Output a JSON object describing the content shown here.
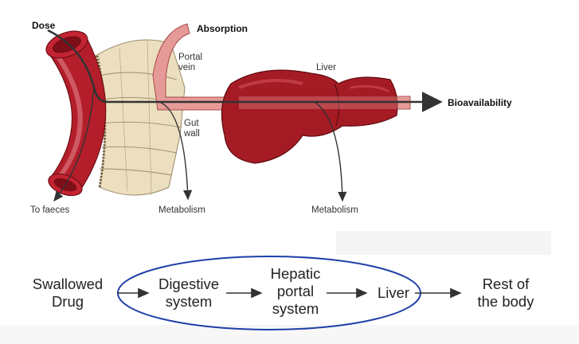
{
  "illustration": {
    "labels": {
      "dose": "Dose",
      "absorption": "Absorption",
      "portal_vein": [
        "Portal",
        "vein"
      ],
      "liver": "Liver",
      "bioavailability": "Bioavailability",
      "gut_wall": [
        "Gut",
        "wall"
      ],
      "to_faeces": "To faeces",
      "metabolism_gut": "Metabolism",
      "metabolism_liver": "Metabolism"
    },
    "colors": {
      "gut_tube": "#b41e2a",
      "gut_tube_light": "#e08088",
      "villi": "#e9dbb9",
      "vein": "#e69a98",
      "liver": "#a51b24",
      "arrow": "#333333"
    }
  },
  "flow": {
    "nodes": [
      {
        "id": "swallowed",
        "lines": [
          "Swallowed",
          "Drug"
        ]
      },
      {
        "id": "digestive",
        "lines": [
          "Digestive",
          "system"
        ]
      },
      {
        "id": "hepatic",
        "lines": [
          "Hepatic",
          "portal",
          "system"
        ]
      },
      {
        "id": "liver",
        "lines": [
          "Liver"
        ]
      },
      {
        "id": "rest",
        "lines": [
          "Rest of",
          "the body"
        ]
      }
    ],
    "ellipse_color": "#1f3fa8"
  }
}
